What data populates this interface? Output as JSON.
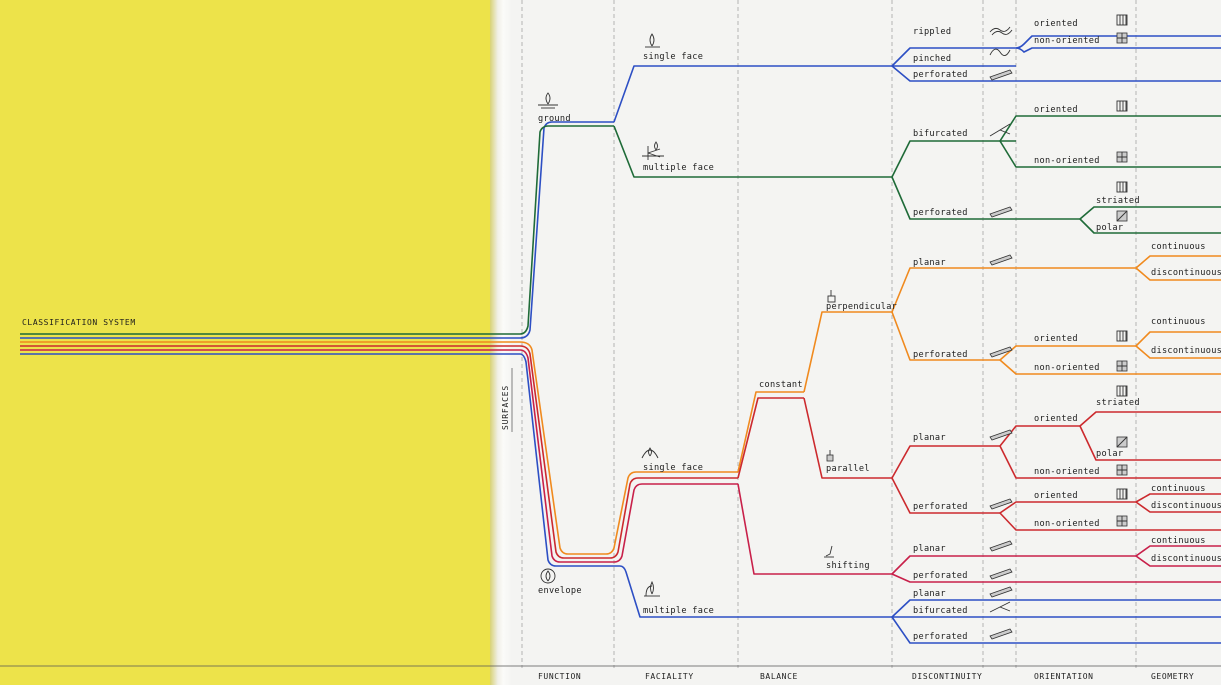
{
  "title": "CLASSIFICATION SYSTEM",
  "root_label": "SURFACES",
  "columns": [
    "FUNCTION",
    "FACIALITY",
    "BALANCE",
    "DISCONTINUITY",
    "ORIENTATION",
    "GEOMETRY"
  ],
  "function": {
    "ground": "ground",
    "envelope": "envelope"
  },
  "faciality": {
    "ground_single": "single face",
    "ground_multiple": "multiple face",
    "envelope_single": "single face",
    "envelope_multiple": "multiple face"
  },
  "balance": {
    "constant": "constant",
    "perpendicular": "perpendicular",
    "parallel": "parallel",
    "shifting": "shifting"
  },
  "discontinuity": {
    "rippled": "rippled",
    "pinched": "pinched",
    "perforated_a": "perforated",
    "bifurcated_a": "bifurcated",
    "perforated_b": "perforated",
    "planar_a": "planar",
    "perforated_c": "perforated",
    "planar_b": "planar",
    "perforated_d": "perforated",
    "planar_c": "planar",
    "perforated_e": "perforated",
    "planar_d": "planar",
    "bifurcated_b": "bifurcated",
    "perforated_f": "perforated"
  },
  "orientation": {
    "o1": "oriented",
    "n1": "non-oriented",
    "o2": "oriented",
    "n2": "non-oriented",
    "striated_a": "striated",
    "polar_a": "polar",
    "o3": "oriented",
    "n3": "non-oriented",
    "o4": "oriented",
    "striated_b": "striated",
    "polar_b": "polar",
    "n4": "non-oriented",
    "o5": "oriented",
    "n5": "non-oriented"
  },
  "geometry": {
    "c1": "continuous",
    "d1": "discontinuous",
    "c2": "continuous",
    "d2": "discontinuous",
    "c3": "continuous",
    "d3": "discontinuous",
    "c4": "continuous",
    "d4": "discontinuous"
  },
  "colors": {
    "blue": "#2d4fc4",
    "green": "#1f6b38",
    "orange": "#f08a1e",
    "red": "#cc2a2e",
    "crimson": "#c8204a",
    "yellow": "#ede34a"
  }
}
